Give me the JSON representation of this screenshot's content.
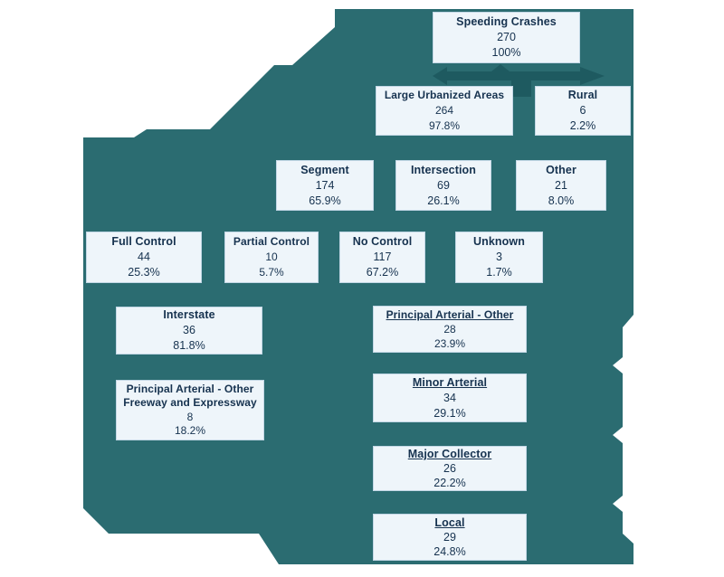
{
  "colors": {
    "background": "#FFFFFF",
    "teal_shape": "#2B6C71",
    "connector_arrow": "#1E5A60",
    "box_fill": "#EEF5FA",
    "box_border": "#C2D7E5",
    "text": "#16324F"
  },
  "nodes": {
    "speeding": {
      "label": "Speeding Crashes",
      "value": "270",
      "pct": "100%"
    },
    "large_urbanized": {
      "label": "Large Urbanized Areas",
      "value": "264",
      "pct": "97.8%"
    },
    "rural": {
      "label": "Rural",
      "value": "6",
      "pct": "2.2%"
    },
    "segment": {
      "label": "Segment",
      "value": "174",
      "pct": "65.9%"
    },
    "intersection": {
      "label": "Intersection",
      "value": "69",
      "pct": "26.1%"
    },
    "other": {
      "label": "Other",
      "value": "21",
      "pct": "8.0%"
    },
    "full_control": {
      "label": "Full Control",
      "value": "44",
      "pct": "25.3%"
    },
    "partial_control": {
      "label": "Partial Control",
      "value": "10",
      "pct": "5.7%"
    },
    "no_control": {
      "label": "No Control",
      "value": "117",
      "pct": "67.2%"
    },
    "unknown": {
      "label": "Unknown",
      "value": "3",
      "pct": "1.7%"
    },
    "interstate": {
      "label": "Interstate",
      "value": "36",
      "pct": "81.8%"
    },
    "principal_arterial_other": {
      "label": "Principal Arterial - Other",
      "value": "28",
      "pct": "23.9%"
    },
    "pao_freeway_expressway": {
      "label": "Principal Arterial - Other\nFreeway and Expressway",
      "value": "8",
      "pct": "18.2%"
    },
    "minor_arterial": {
      "label": "Minor Arterial",
      "value": "34",
      "pct": "29.1%"
    },
    "major_collector": {
      "label": "Major Collector",
      "value": "26",
      "pct": "22.2%"
    },
    "local": {
      "label": "Local",
      "value": "29",
      "pct": "24.8%"
    }
  }
}
